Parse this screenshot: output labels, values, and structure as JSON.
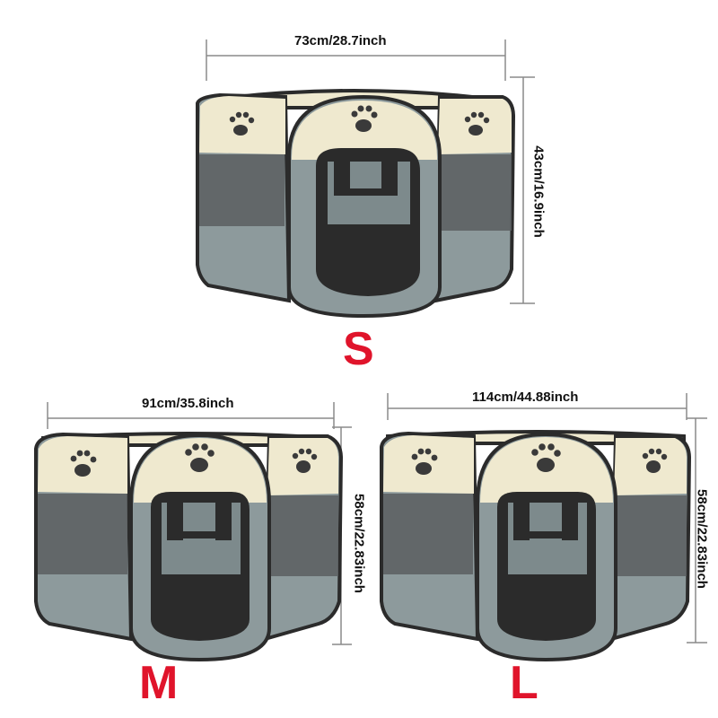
{
  "accent_color": "#e0142b",
  "line_color": "#8a8a8a",
  "tent_colors": {
    "top": "#efe9cf",
    "frame": "#2b2b2b",
    "body": "#8d9a9c",
    "body_dark": "#7d8a8c",
    "mesh": "#5a5e60",
    "paw": "#3a3a3a"
  },
  "products": [
    {
      "size": "S",
      "width_label": "73cm/28.7inch",
      "height_label": "43cm/16.9inch"
    },
    {
      "size": "M",
      "width_label": "91cm/35.8inch",
      "height_label": "58cm/22.83inch"
    },
    {
      "size": "L",
      "width_label": "114cm/44.88inch",
      "height_label": "58cm/22.83inch"
    }
  ]
}
